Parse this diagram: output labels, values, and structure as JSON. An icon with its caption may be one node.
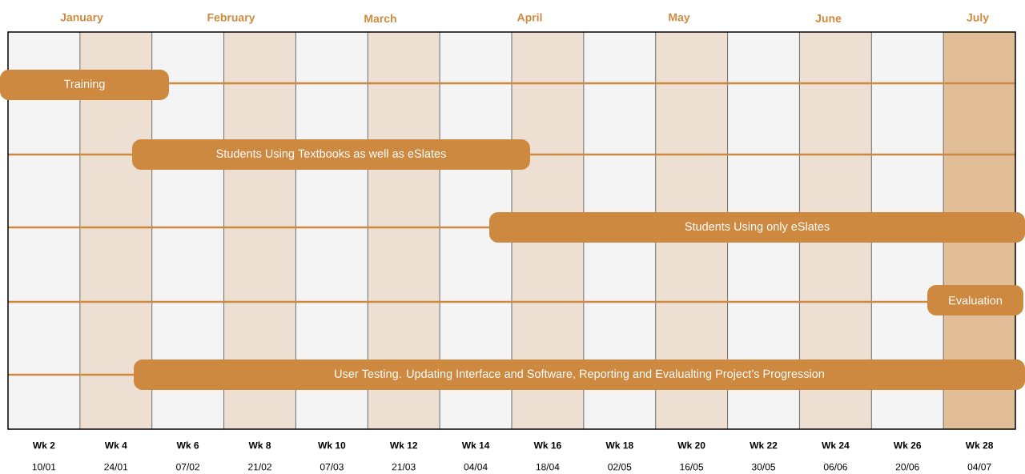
{
  "diagram": {
    "nodes": [
      {
        "text": [
          "Training"
        ]
      },
      {
        "text": [
          "Students Using Textbooks as well as eSlates"
        ]
      },
      {
        "text": [
          "Students Using only eSlates"
        ]
      },
      {
        "text": [
          "Evaluation"
        ]
      },
      {
        "text": [
          "User Testing. Updating Interface and Software, Reporting and Evalualting Project’s Progression"
        ]
      }
    ],
    "edges": [],
    "labels": [
      "January",
      "February",
      "March",
      "April",
      "May",
      "June",
      "July",
      "Wk 2",
      "Wk 4",
      "Wk 6",
      "Wk 8",
      "Wk 10",
      "Wk 12",
      "Wk 14",
      "Wk 16",
      "Wk 18",
      "Wk 20",
      "Wk 22",
      "Wk 24",
      "Wk 26",
      "Wk 28",
      "10/01",
      "24/01",
      "07/02",
      "21/02",
      "07/03",
      "21/03",
      "04/04",
      "18/04",
      "02/05",
      "16/05",
      "30/05",
      "06/06",
      "20/06",
      "04/07"
    ]
  }
}
